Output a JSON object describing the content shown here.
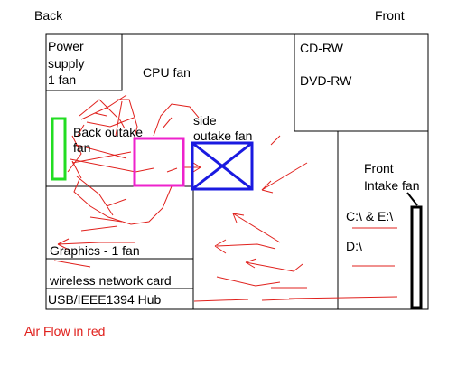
{
  "labels": {
    "back": "Back",
    "front": "Front",
    "power_supply_line1": "Power",
    "power_supply_line2": "supply",
    "power_supply_line3": "1 fan",
    "cpu_fan": "CPU fan",
    "cd_rw": "CD-RW",
    "dvd_rw": "DVD-RW",
    "side_fan_line1": "side",
    "side_fan_line2": "outake fan",
    "back_fan_line1": "Back outake",
    "back_fan_line2": "fan",
    "front_fan_line1": "Front",
    "front_fan_line2": "Intake fan",
    "drive_c_e": "C:\\ & E:\\",
    "drive_d": "D:\\",
    "graphics": "Graphics - 1 fan",
    "wireless": "wireless network card",
    "usb_hub": "USB/IEEE1394 Hub",
    "airflow_note": "Air Flow in red"
  },
  "colors": {
    "airflow": "#e0201c",
    "back_fan": "#22dd22",
    "cpu_fan": "#ee22cc",
    "side_fan": "#1a1ae0",
    "front_fan": "#000000",
    "outline": "#000000"
  }
}
